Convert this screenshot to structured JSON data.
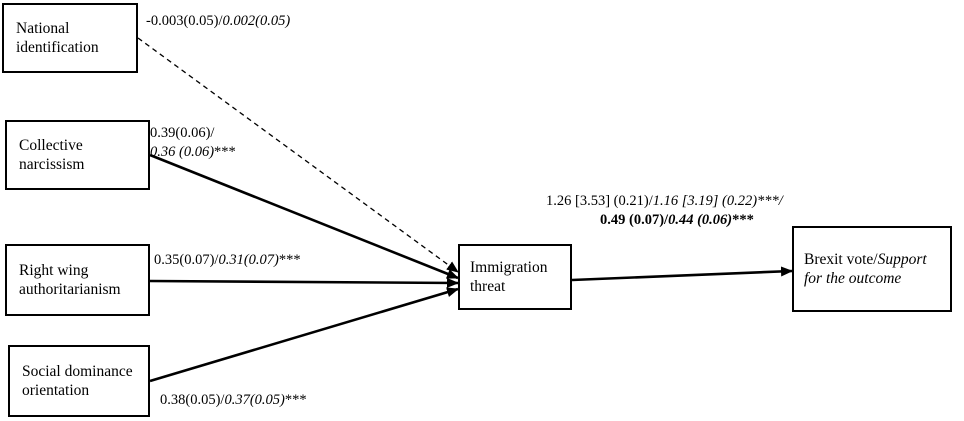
{
  "nodes": {
    "national": {
      "line1": "National",
      "line2": "identification"
    },
    "collective": {
      "line1": "Collective",
      "line2": "narcissism"
    },
    "rwa": {
      "line1": "Right wing",
      "line2": "authoritarianism"
    },
    "sdo": {
      "line1": "Social dominance",
      "line2": "orientation"
    },
    "threat": {
      "line1": "Immigration",
      "line2": "threat"
    },
    "brexit": {
      "line1_normal": "Brexit vote/",
      "line1_italic": "Support",
      "line2_italic": "for the outcome"
    }
  },
  "paths": {
    "national": {
      "normal": "-0.003(0.05)/",
      "italic": "0.002(0.05)",
      "style": "dashed"
    },
    "collective": {
      "line1": "0.39(0.06)/",
      "line2_italic": "0.36 (0.06)",
      "stars": "***",
      "style": "solid"
    },
    "rwa": {
      "normal": "0.35(0.07)/",
      "italic": "0.31(0.07)",
      "stars": "***",
      "style": "solid"
    },
    "sdo": {
      "normal": "0.38(0.05)/",
      "italic": "0.37(0.05)",
      "stars": "***",
      "style": "solid"
    },
    "threat_brexit": {
      "line1_normal": "1.26 [3.53] (0.21)/",
      "line1_italic": "1.16 [3.19] (0.22)***/",
      "line2_bold": "0.49 (0.07)/",
      "line2_bold_italic": "0.44 (0.06)",
      "line2_stars": "***",
      "style": "solid"
    }
  }
}
